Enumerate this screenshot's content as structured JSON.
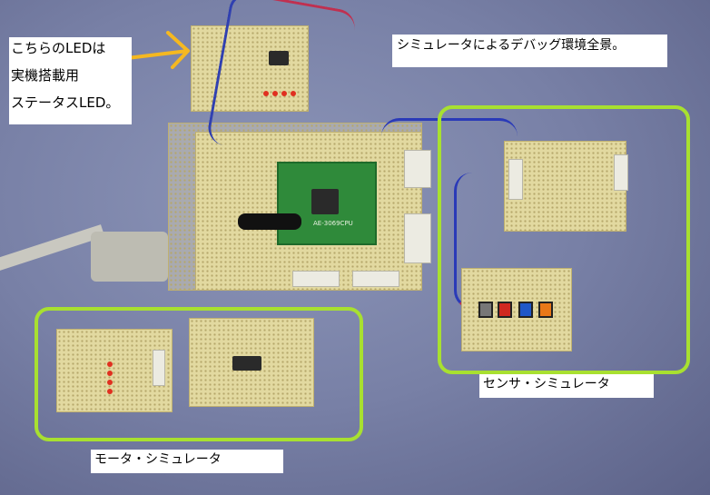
{
  "annotations": {
    "status_led_note": [
      "こちらのLEDは",
      "実機搭載用",
      "ステータスLED。"
    ],
    "overview_caption": "シミュレータによるデバッグ環境全景。",
    "sensor_label": "センサ・シミュレータ",
    "motor_label": "モータ・シミュレータ"
  },
  "board": {
    "cpu_label": "AE-3069CPU"
  },
  "colors": {
    "frame": "#a8e030",
    "arrow": "#f5b820",
    "cloth": "#7880a6"
  }
}
